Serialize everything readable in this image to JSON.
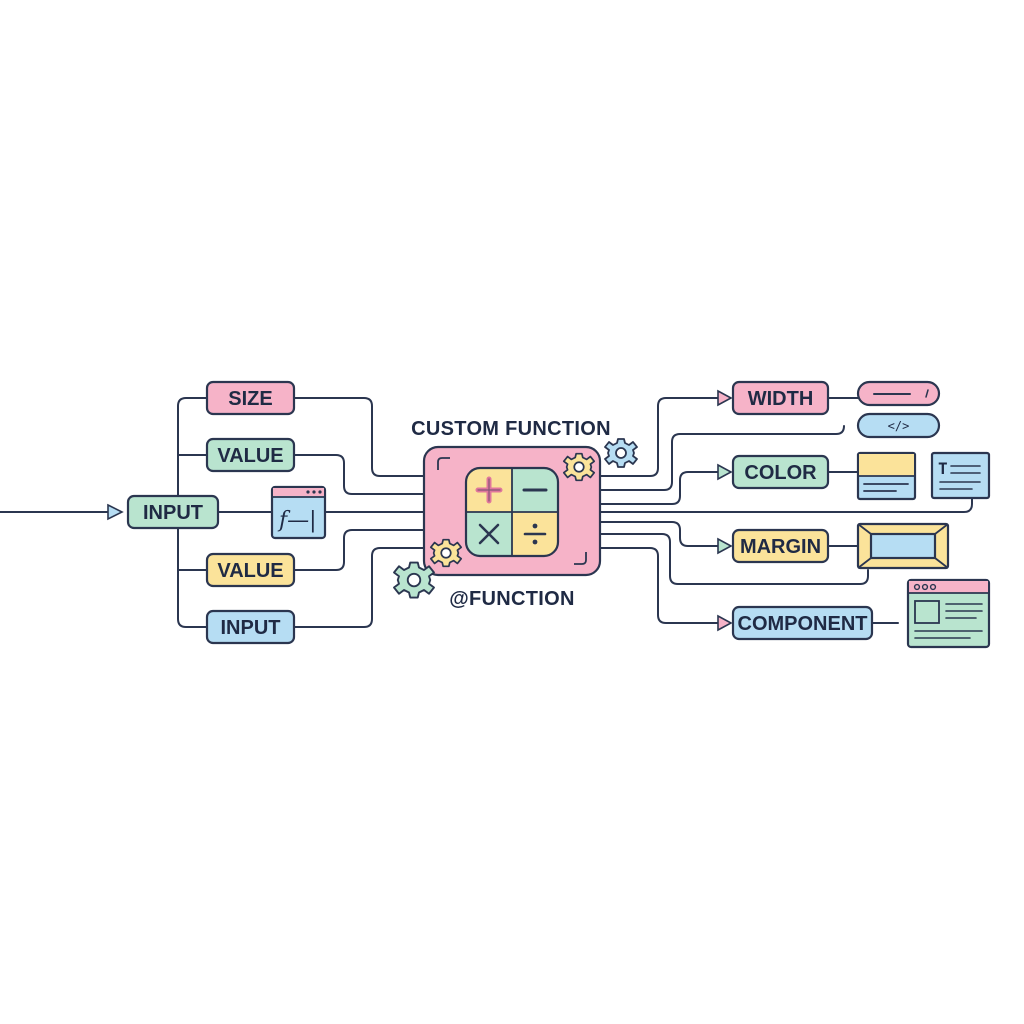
{
  "colors": {
    "pink": "#f6b3c8",
    "green": "#b9e4cf",
    "yellow": "#fbe39a",
    "blue": "#b6ddf3",
    "outline": "#2b3650",
    "text": "#1f2a44"
  },
  "center": {
    "title": "CUSTOM FUNCTION",
    "subtitle": "@FUNCTION",
    "operators": [
      "+",
      "−",
      "×",
      "÷"
    ]
  },
  "inputs": {
    "main": "INPUT",
    "size": "SIZE",
    "value_top": "VALUE",
    "value_bottom": "VALUE",
    "input_bottom": "INPUT"
  },
  "outputs": {
    "width": "WIDTH",
    "color": "COLOR",
    "margin": "MARGIN",
    "component": "COMPONENT"
  },
  "icons": {
    "function_window": "function-window-icon",
    "code_tag": "</>",
    "text_glyph": "T",
    "fx_glyph": "f—|"
  }
}
